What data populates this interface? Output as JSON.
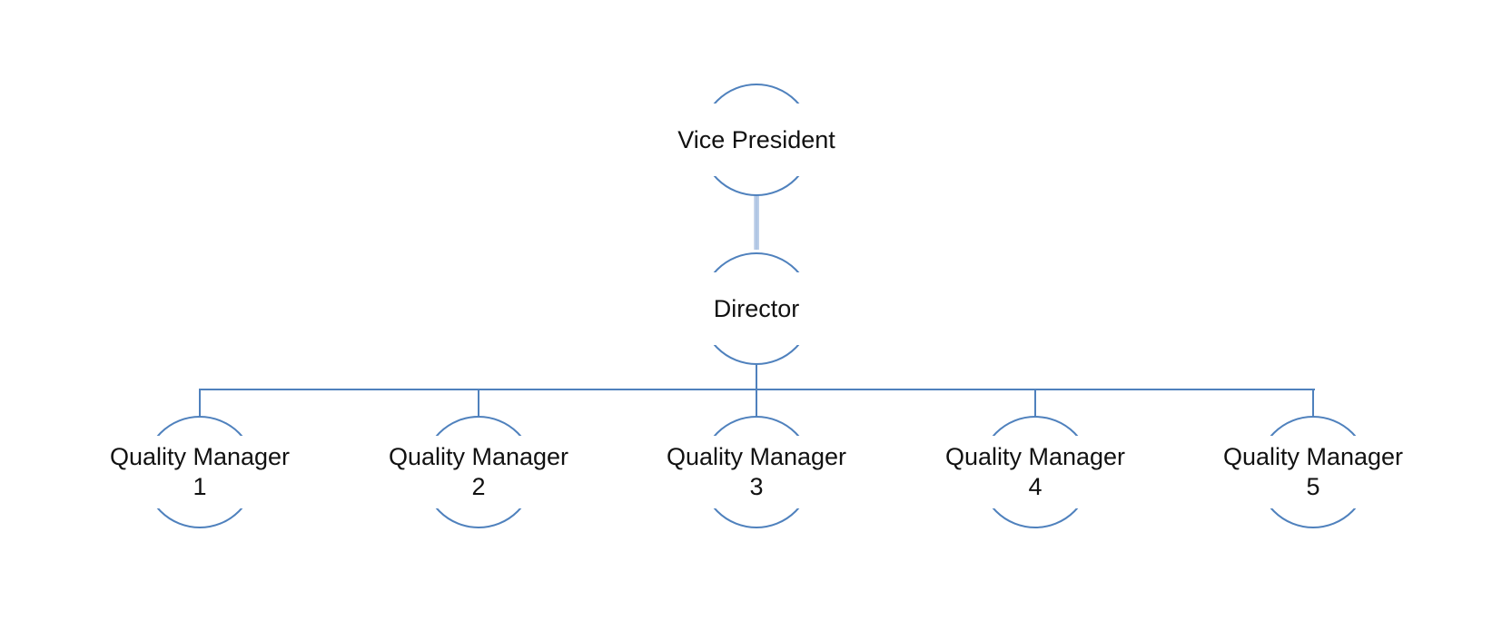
{
  "diagram": {
    "type": "org_chart",
    "node_shape": "circle",
    "levels": 3,
    "accent_color": "#4f81bd",
    "connector_color": "#aac2e2",
    "background_color": "#ffffff",
    "text_color": "#111111"
  },
  "nodes": {
    "vp": {
      "label": "Vice President"
    },
    "director": {
      "label": "Director"
    },
    "qm1": {
      "title": "Quality Manager",
      "number": "1"
    },
    "qm2": {
      "title": "Quality Manager",
      "number": "2"
    },
    "qm3": {
      "title": "Quality Manager",
      "number": "3"
    },
    "qm4": {
      "title": "Quality Manager",
      "number": "4"
    },
    "qm5": {
      "title": "Quality Manager",
      "number": "5"
    }
  },
  "hierarchy": {
    "Vice President": [
      "Director"
    ],
    "Director": [
      "Quality Manager 1",
      "Quality Manager 2",
      "Quality Manager 3",
      "Quality Manager 4",
      "Quality Manager 5"
    ]
  }
}
